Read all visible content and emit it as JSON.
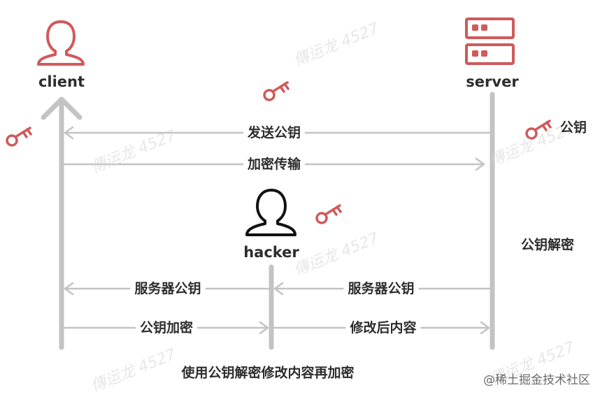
{
  "actors": {
    "client": "client",
    "server": "server",
    "hacker": "hacker"
  },
  "messages": {
    "send_public_key": "发送公钥",
    "encrypted_transfer": "加密传输",
    "server_public_key_left": "服务器公钥",
    "server_public_key_right": "服务器公钥",
    "public_key_encrypt": "公钥加密",
    "modified_content": "修改后内容"
  },
  "notes": {
    "server_public_key_label": "公钥",
    "server_decrypt": "公钥解密",
    "bottom_caption": "使用公钥解密修改内容再加密"
  },
  "watermark": "傳运龙 4527",
  "credit": "@稀土掘金技术社区",
  "colors": {
    "accent_red": "#d05a5a",
    "line_gray": "#c3c3c3",
    "text": "#2d2d2d"
  },
  "icons": [
    "client-person-icon",
    "server-rack-icon",
    "hacker-person-icon",
    "key-icon"
  ]
}
